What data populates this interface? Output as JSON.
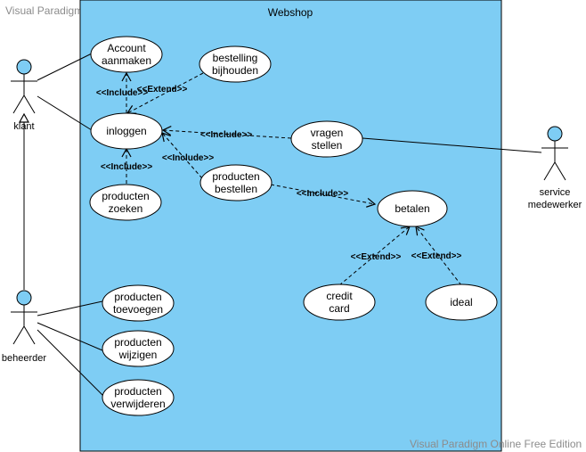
{
  "watermark": {
    "top": "Visual Paradigm Online Free Edition",
    "bottom": "Visual Paradigm Online Free Edition"
  },
  "system": {
    "title": "Webshop",
    "fill": "#7ecdf4",
    "stroke": "#000000"
  },
  "actors": {
    "klant": "klant",
    "beheerder": "beheerder",
    "service": [
      "service",
      "medewerker"
    ]
  },
  "usecases": {
    "account": [
      "Account",
      "aanmaken"
    ],
    "bestelling": [
      "bestelling",
      "bijhouden"
    ],
    "inloggen": [
      "inloggen"
    ],
    "vragen": [
      "vragen",
      "stellen"
    ],
    "zoeken": [
      "producten",
      "zoeken"
    ],
    "bestellen": [
      "producten",
      "bestellen"
    ],
    "betalen": [
      "betalen"
    ],
    "credit": [
      "credit",
      "card"
    ],
    "ideal": [
      "ideal"
    ],
    "toevoegen": [
      "producten",
      "toevoegen"
    ],
    "wijzigen": [
      "producten",
      "wijzigen"
    ],
    "verwijderen": [
      "producten",
      "verwijderen"
    ]
  },
  "relations": {
    "include": "<<Include>>",
    "extend": "<<Extend>>"
  },
  "colors": {
    "actor_fill": "#7ecdf4",
    "line": "#000000"
  }
}
